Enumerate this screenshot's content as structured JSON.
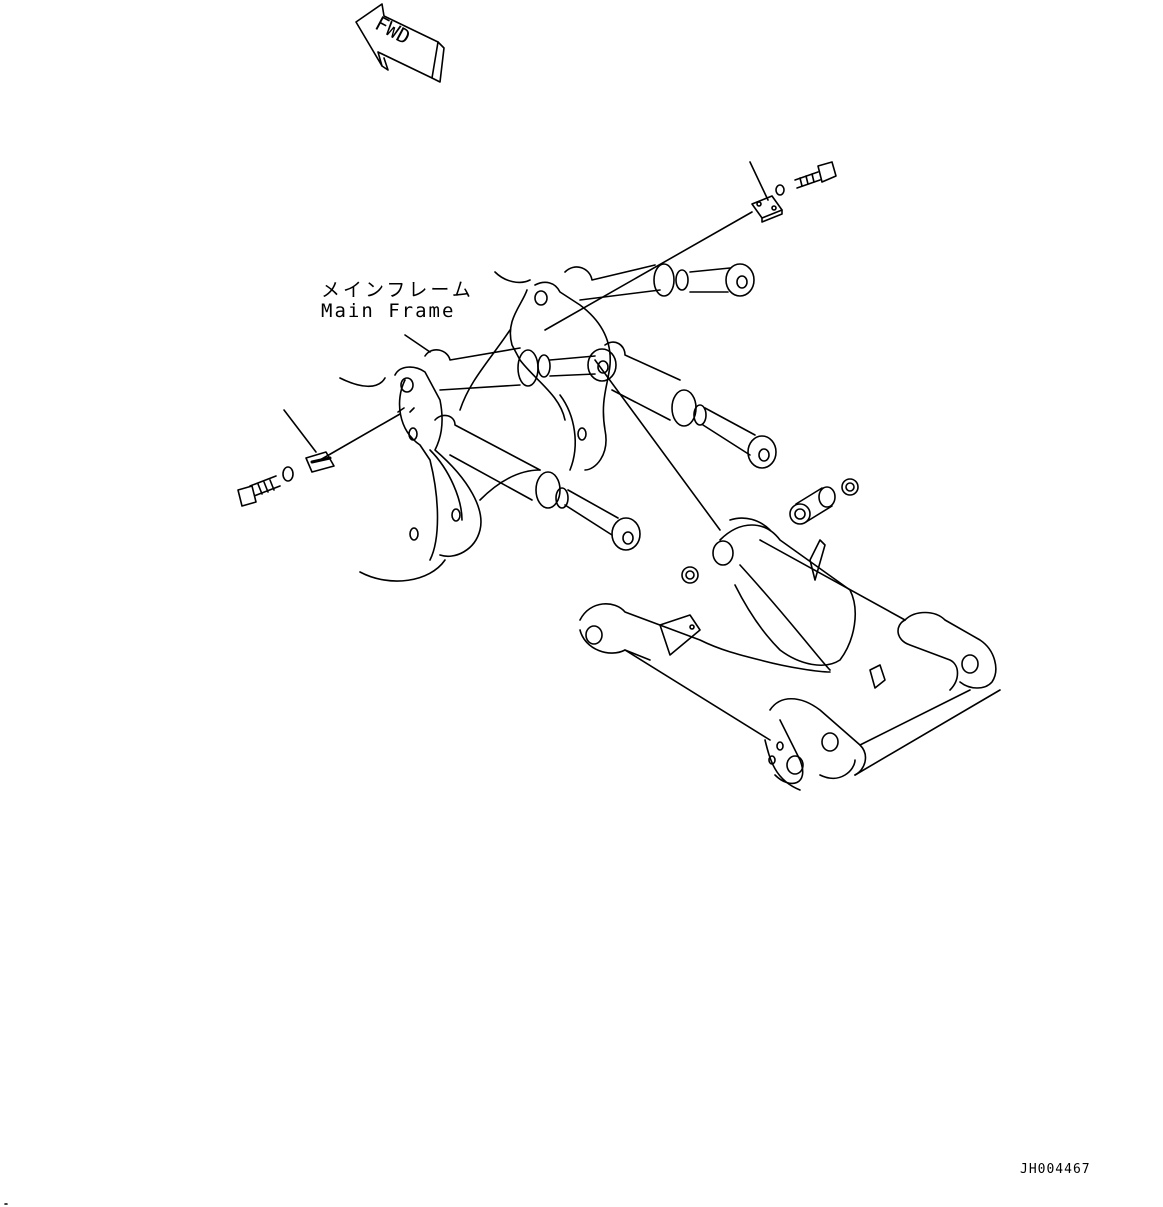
{
  "fwd_arrow": {
    "text": "FWD"
  },
  "callout": {
    "label_jp": "メインフレーム",
    "label_en": "Main Frame"
  },
  "drawing_number": "JH004467"
}
